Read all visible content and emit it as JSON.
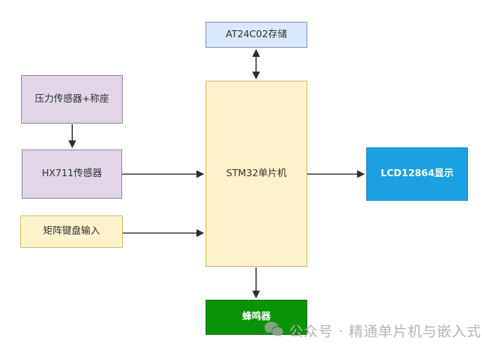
{
  "diagram": {
    "title": "STM32 weighing system block diagram",
    "nodes": [
      {
        "id": "at24c02",
        "label": "AT24C02存储",
        "fill": "#dae8fc",
        "border": "#6c8ebf",
        "text": "#333333"
      },
      {
        "id": "pressure",
        "label": "压力传感器+称座",
        "fill": "#e1d5e7",
        "border": "#9673a6",
        "text": "#333333"
      },
      {
        "id": "hx711",
        "label": "HX711传感器",
        "fill": "#e1d5e7",
        "border": "#9673a6",
        "text": "#333333"
      },
      {
        "id": "keypad",
        "label": "矩阵键盘输入",
        "fill": "#fff2cc",
        "border": "#d6b656",
        "text": "#333333"
      },
      {
        "id": "stm32",
        "label": "STM32单片机",
        "fill": "#fff2cc",
        "border": "#d6b656",
        "text": "#333333"
      },
      {
        "id": "lcd",
        "label": "LCD12864显示",
        "fill": "#1ba1e2",
        "border": "#1086c5",
        "text": "#ffffff"
      },
      {
        "id": "buzzer",
        "label": "蜂鸣器",
        "fill": "#0a9307",
        "border": "#0b6e08",
        "text": "#ffffff"
      }
    ],
    "edges": [
      {
        "from": "at24c02",
        "to": "stm32",
        "direction": "bidirectional"
      },
      {
        "from": "pressure",
        "to": "hx711",
        "direction": "down"
      },
      {
        "from": "hx711",
        "to": "stm32",
        "direction": "right"
      },
      {
        "from": "keypad",
        "to": "stm32",
        "direction": "right"
      },
      {
        "from": "stm32",
        "to": "lcd",
        "direction": "right"
      },
      {
        "from": "stm32",
        "to": "buzzer",
        "direction": "down"
      }
    ],
    "arrow_color": "#2f2f2f",
    "background": "#ffffff"
  },
  "watermark": {
    "icon": "wechat-icon",
    "text": "公众号 · 精通单片机与嵌入式",
    "color": "#b5b5b5"
  }
}
